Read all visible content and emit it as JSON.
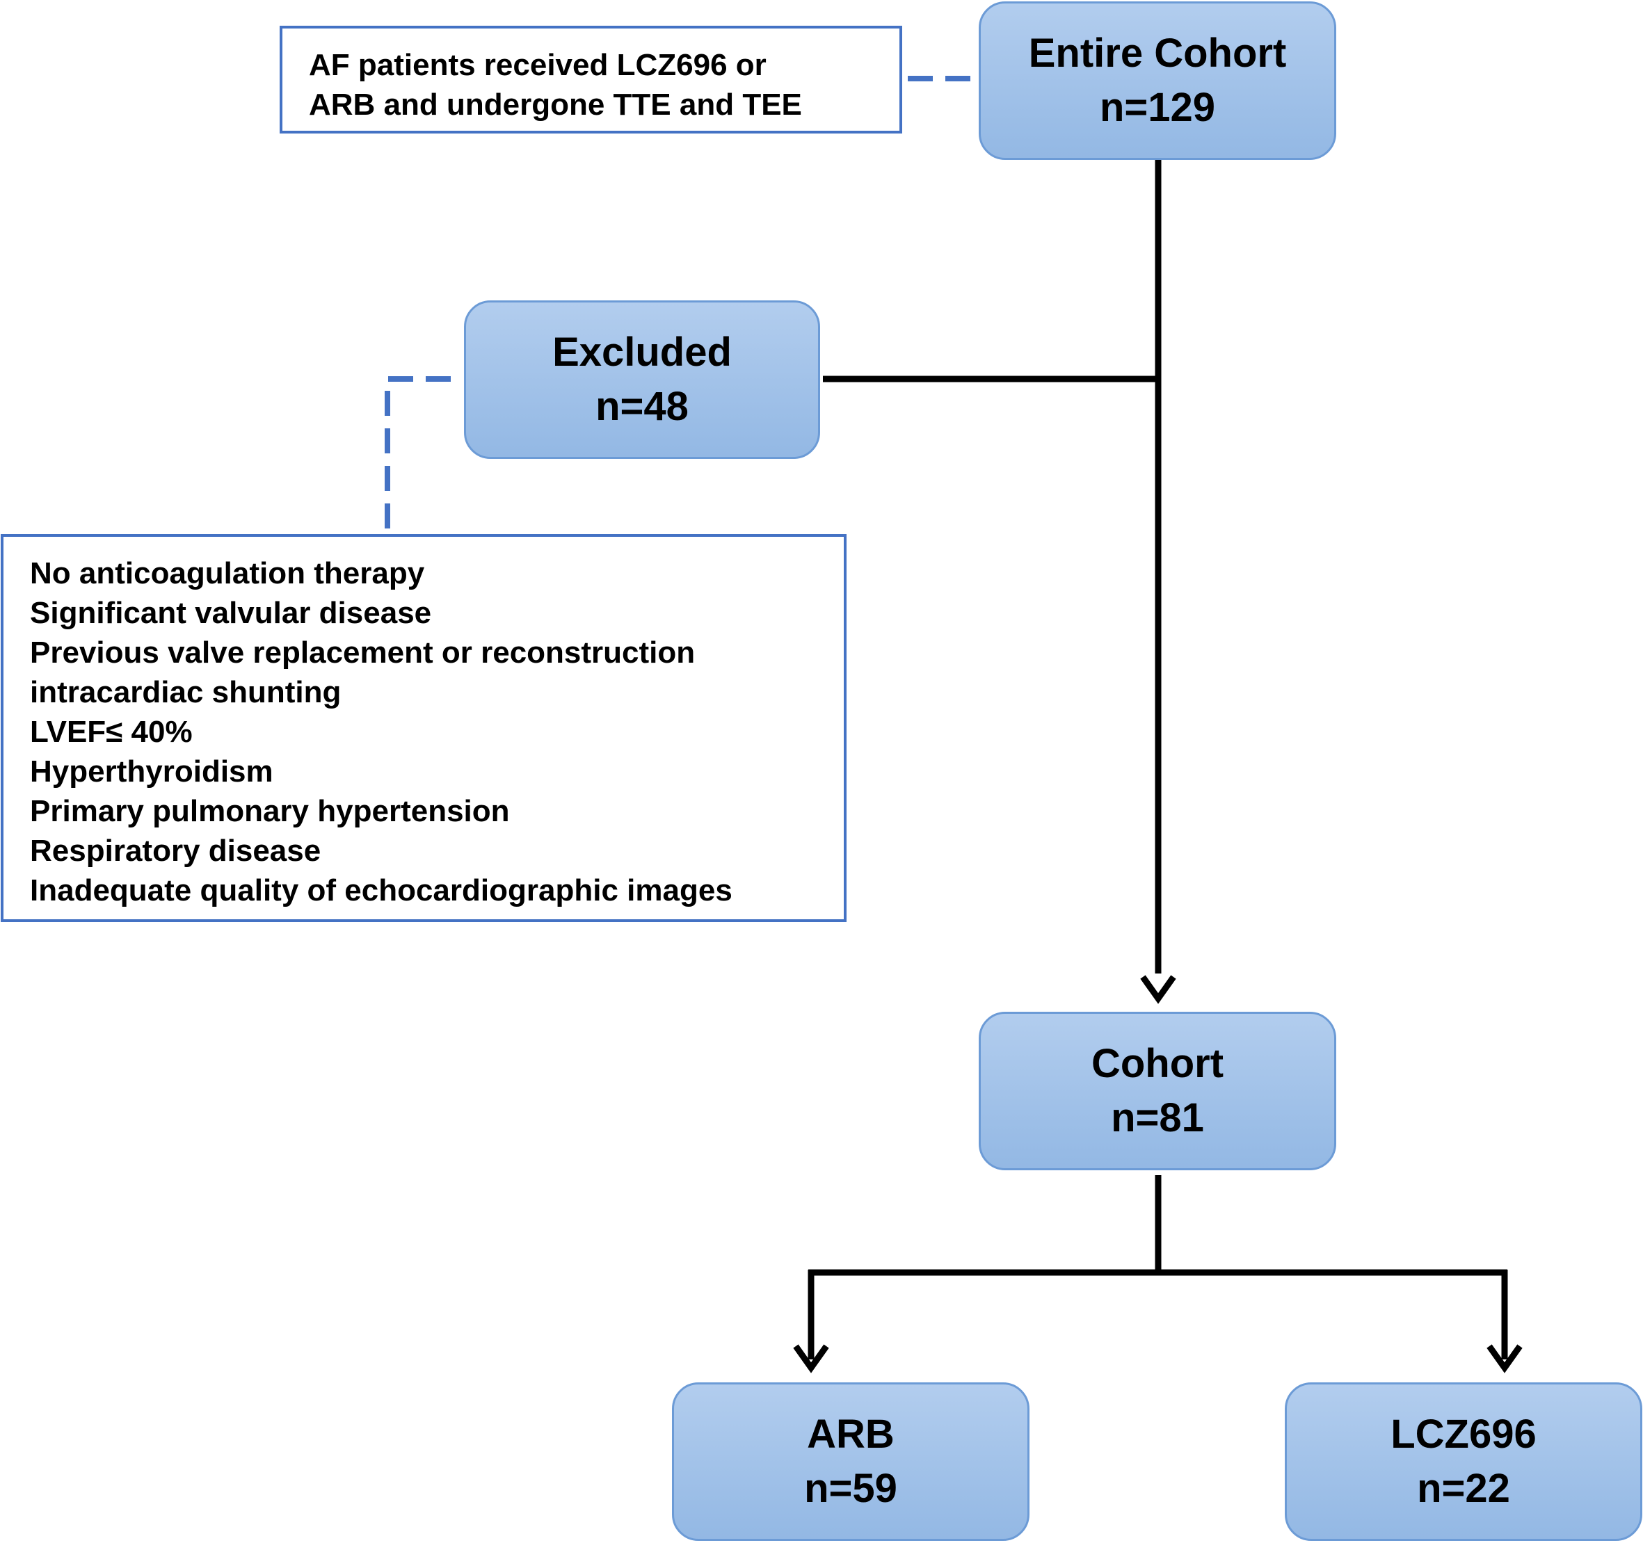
{
  "colors": {
    "connector": "#000000",
    "dashed": "#4472c4",
    "box_fill_top": "#b2cdee",
    "box_fill_bottom": "#93b8e4",
    "box_border": "#6c9bd6"
  },
  "inclusion_note": {
    "lines": [
      "AF patients received LCZ696 or",
      "ARB and undergone TTE and TEE"
    ]
  },
  "nodes": {
    "entire_cohort": {
      "title": "Entire Cohort",
      "n": "n=129"
    },
    "excluded": {
      "title": "Excluded",
      "n": "n=48"
    },
    "cohort": {
      "title": "Cohort",
      "n": "n=81"
    },
    "arb": {
      "title": "ARB",
      "n": "n=59"
    },
    "lcz696": {
      "title": "LCZ696",
      "n": "n=22"
    }
  },
  "exclusion_criteria": [
    "No anticoagulation therapy",
    "Significant valvular disease",
    "Previous valve replacement or reconstruction",
    "intracardiac shunting",
    "LVEF≤ 40%",
    "Hyperthyroidism",
    "Primary pulmonary hypertension",
    "Respiratory disease",
    "Inadequate quality of echocardiographic images"
  ]
}
